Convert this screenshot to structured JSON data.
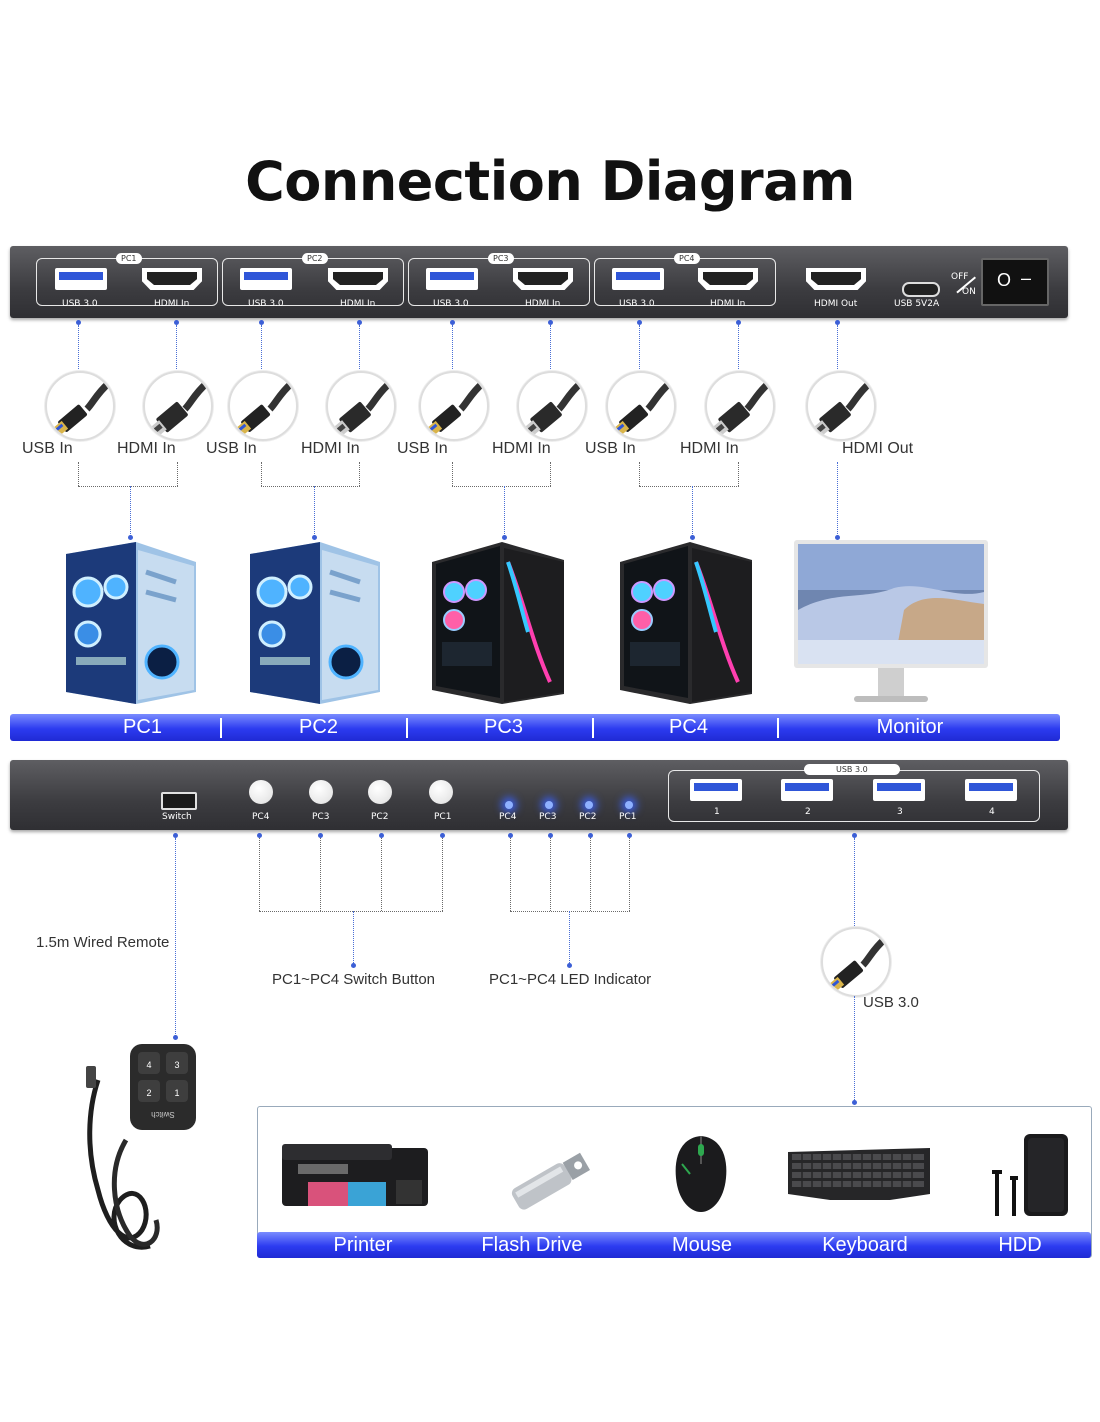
{
  "title": "Connection Diagram",
  "back_panel": {
    "groups": [
      {
        "tag": "PC1",
        "usb": "USB 3.0",
        "hdmi": "HDMI In"
      },
      {
        "tag": "PC2",
        "usb": "USB 3.0",
        "hdmi": "HDMI In"
      },
      {
        "tag": "PC3",
        "usb": "USB 3.0",
        "hdmi": "HDMI In"
      },
      {
        "tag": "PC4",
        "usb": "USB 3.0",
        "hdmi": "HDMI In"
      }
    ],
    "hdmi_out": "HDMI Out",
    "usb_power": "USB 5V2A",
    "power_off": "OFF",
    "power_on": "ON",
    "switch_o": "O",
    "switch_i": "–"
  },
  "cable_labels": [
    "USB In",
    "HDMI In",
    "USB In",
    "HDMI In",
    "USB In",
    "HDMI In",
    "USB In",
    "HDMI In",
    "HDMI Out"
  ],
  "top_bar": [
    "PC1",
    "PC2",
    "PC3",
    "PC4",
    "Monitor"
  ],
  "front_panel": {
    "switch": "Switch",
    "buttons": [
      "PC4",
      "PC3",
      "PC2",
      "PC1"
    ],
    "leds": [
      "PC4",
      "PC3",
      "PC2",
      "PC1"
    ],
    "usb_tag": "USB 3.0",
    "usb_ports": [
      "1",
      "2",
      "3",
      "4"
    ]
  },
  "annotations": {
    "remote": "1.5m Wired Remote",
    "switch_button": "PC1~PC4 Switch Button",
    "led_indicator": "PC1~PC4 LED Indicator",
    "usb": "USB 3.0"
  },
  "remote_keys": [
    "4",
    "3",
    "2",
    "1"
  ],
  "remote_text": "Switch",
  "bottom_bar": [
    "Printer",
    "Flash Drive",
    "Mouse",
    "Keyboard",
    "HDD"
  ],
  "colors": {
    "accent": "#2c3bf0",
    "panel": "#3c3c40",
    "port_blue": "#2f56d8"
  }
}
